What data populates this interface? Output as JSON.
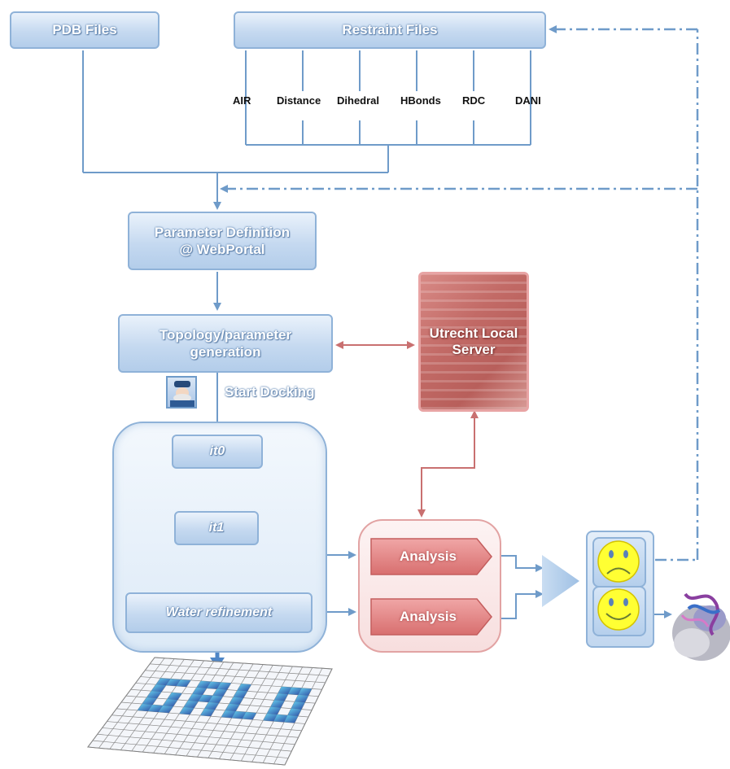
{
  "inputs": {
    "pdb_files": "PDB Files",
    "restraint_files": "Restraint Files",
    "restraint_types": [
      "AIR",
      "Distance",
      "Dihedral",
      "HBonds",
      "RDC",
      "DANI"
    ]
  },
  "steps": {
    "parameter_definition": [
      "Parameter Definition",
      "@ WebPortal"
    ],
    "topology": [
      "Topology/parameter",
      "generation"
    ],
    "start_docking": "Start Docking"
  },
  "server": {
    "label": [
      "Utrecht Local",
      "Server"
    ]
  },
  "docking_stages": {
    "it0": "it0",
    "it1": "it1",
    "water": "Water refinement"
  },
  "analysis": [
    "Analysis",
    "Analysis"
  ],
  "outcomes": {
    "bad": "sad-face-icon",
    "good": "happy-face-icon"
  },
  "colors": {
    "blue_line": "#6f9bc9",
    "red_line": "#c97070",
    "blue_box": "#c5d9f0",
    "red_box": "#e89a9a",
    "face_yellow": "#ffff33"
  }
}
